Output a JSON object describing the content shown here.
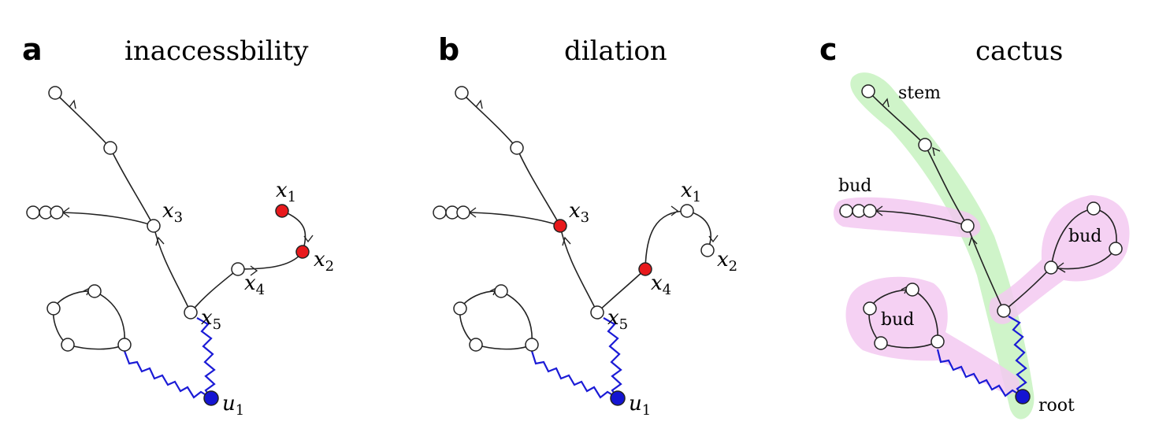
{
  "panels": [
    {
      "letter": "a",
      "title": "inaccessbility",
      "labels": {
        "x1": "1",
        "x2": "2",
        "x3": "3",
        "x4": "4",
        "x5": "5",
        "u1": "1"
      }
    },
    {
      "letter": "b",
      "title": "dilation",
      "labels": {
        "x1": "1",
        "x2": "2",
        "x3": "3",
        "x4": "4",
        "x5": "5",
        "u1": "1"
      }
    },
    {
      "letter": "c",
      "title": "cactus",
      "labels": {
        "stem": "stem",
        "bud_left": "bud",
        "bud_right": "bud",
        "bud_bottom": "bud",
        "root": "root"
      }
    }
  ],
  "colors": {
    "node_fill": "#ffffff",
    "red_node": "#e8191c",
    "blue_node": "#1414d2",
    "wavy_edge": "#1b1bd6",
    "stem_highlight": "#c7f2c0",
    "bud_highlight": "#f3c9f1"
  }
}
